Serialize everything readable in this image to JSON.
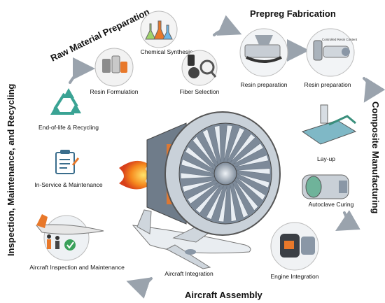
{
  "stages": {
    "raw_material": "Raw Material Preparation",
    "prepreg": "Prepreg Fabrication",
    "composite": "Composite Manufacturing",
    "assembly": "Aircraft Assembly",
    "inspection": "Inspection, Maintenance, and Recycling"
  },
  "steps": {
    "resin_formulation": "Resin Formulation",
    "chemical_synthesis": "Chemical Synthesis",
    "fiber_selection": "Fiber Selection",
    "prepreg_resin_1": "Resin preparation",
    "prepreg_resin_2": "Resin preparation",
    "controlled_resin": "Controlled Resin Content",
    "layup": "Lay-up",
    "autoclave": "Autoclave Curing",
    "engine_integration": "Engine Integration",
    "aircraft_integration": "Aircraft Integration",
    "aircraft_inspection": "Aircraft Inspection and Maintenance",
    "in_service": "In-Service & Maintenance",
    "end_of_life": "End-of-life & Recycling"
  },
  "icons": {
    "center": "jet-engine-icon",
    "flames": "flame-icon",
    "recycle": "recycle-icon",
    "clipboard": "maintenance-clipboard-icon",
    "airplane": "airplane-icon",
    "check": "checkmark-icon"
  },
  "colors": {
    "accent_orange": "#e8782a",
    "recycle_teal": "#3aa394",
    "arrow_grey": "#9aa3ad",
    "engine_steel": "#8a97a6"
  }
}
